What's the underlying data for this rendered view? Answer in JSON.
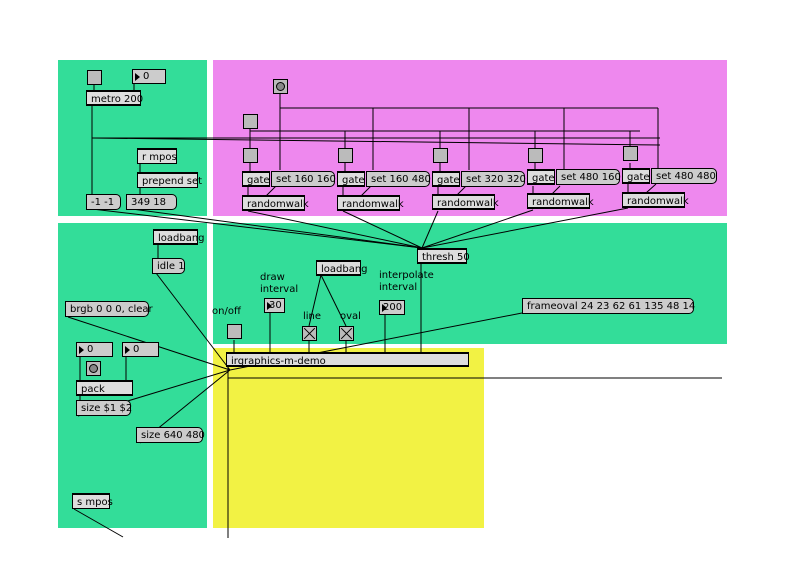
{
  "objects": {
    "metro": "metro 200",
    "metro_num": "0",
    "r_mpos": "r mpos",
    "prepend_set": "prepend set",
    "msg_neg": "-1 -1",
    "msg_pos": "349 18",
    "gate": "gate",
    "randomwalk": "randomwalk",
    "set1": "set 160 160",
    "set2": "set 160 480",
    "set3": "set 320 320",
    "set4": "set 480 160",
    "set5": "set 480 480",
    "loadbang": "loadbang",
    "idle": "idle 1",
    "thresh": "thresh 50",
    "brgb": "brgb 0 0 0, clear",
    "num_a": "0",
    "num_b": "0",
    "pack": "pack",
    "size_msg": "size $1 $2",
    "size_fixed": "size 640 480",
    "s_mpos": "s mpos",
    "draw_interval_val": "30",
    "interp_interval_val": "200",
    "frameoval": "frameoval 24 23 62 61 135 48 14",
    "irgraphics": "irgraphics-m-demo"
  },
  "labels": {
    "draw_interval": "draw\ninterval",
    "line": "line",
    "oval": "oval",
    "interpolate_interval": "interpolate\ninterval",
    "on_off": "on/off"
  }
}
